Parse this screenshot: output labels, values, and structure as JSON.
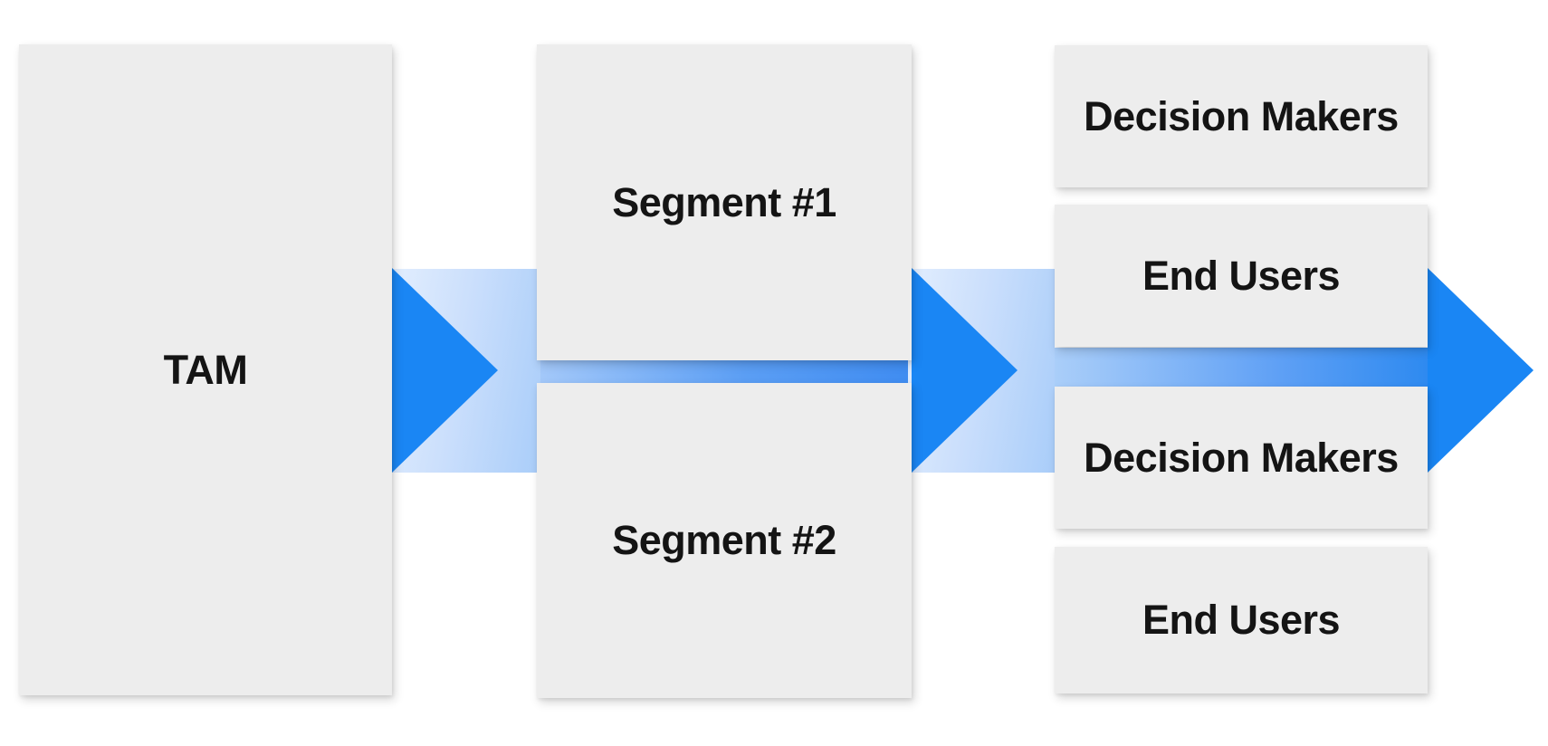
{
  "tam": {
    "label": "TAM"
  },
  "segments": {
    "items": [
      {
        "label": "Segment #1"
      },
      {
        "label": "Segment #2"
      }
    ]
  },
  "audiences": {
    "items": [
      {
        "label": "Decision Makers"
      },
      {
        "label": "End Users"
      },
      {
        "label": "Decision Makers"
      },
      {
        "label": "End Users"
      }
    ]
  },
  "colors": {
    "arrow_blue": "#1a86f4",
    "band_light": "#e2eefe",
    "band_mid": "#bcd8fb",
    "band_deep": "#3f8cf1",
    "stripe2_deep": "#2e8af0",
    "box_fill": "#ededed",
    "label_text": "#141414",
    "background": "#ffffff"
  }
}
